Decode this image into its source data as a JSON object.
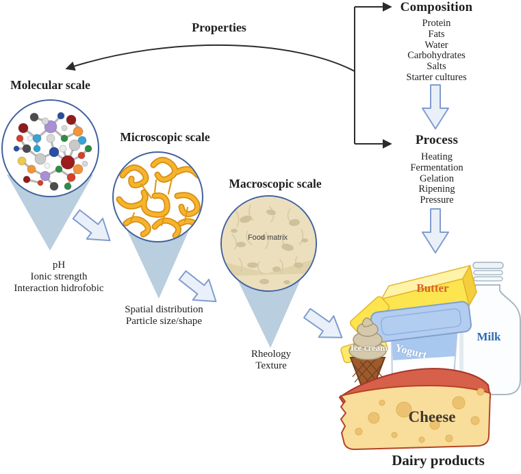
{
  "figure": {
    "properties_label": "Properties",
    "composition": {
      "title": "Composition",
      "items": [
        "Protein",
        "Fats",
        "Water",
        "Carbohydrates",
        "Salts",
        "Starter cultures"
      ]
    },
    "process": {
      "title": "Process",
      "items": [
        "Heating",
        "Fermentation",
        "Gelation",
        "Ripening",
        "Pressure"
      ]
    },
    "scales": {
      "molecular": {
        "title": "Molecular scale",
        "factors": [
          "pH",
          "Ionic strength",
          "Interaction hidrofobic"
        ]
      },
      "microscopic": {
        "title": "Microscopic scale",
        "factors": [
          "Spatial distribution",
          "Particle size/shape"
        ]
      },
      "macroscopic": {
        "title": "Macroscopic scale",
        "inner_label": "Food matrix",
        "factors": [
          "Rheology",
          "Texture"
        ]
      }
    },
    "dairy": {
      "title": "Dairy products",
      "products": {
        "butter": "Butter",
        "milk": "Milk",
        "yogurt": "Yogurt",
        "ice_cream": "Ice cream",
        "cheese": "Cheese"
      }
    },
    "colors": {
      "connector_line": "#2b2b2b",
      "funnel": "#b9cede",
      "block_arrow_fill": "#eaf0fa",
      "block_arrow_border": "#7f9cce",
      "circle_border": "#41619c",
      "butter_label": "#d95f2b",
      "milk_label": "#2e6db4",
      "cheese_body": "#f9dd9a",
      "cheese_rind": "#d6604a",
      "microstructure_strand": "#f6b42c"
    }
  }
}
